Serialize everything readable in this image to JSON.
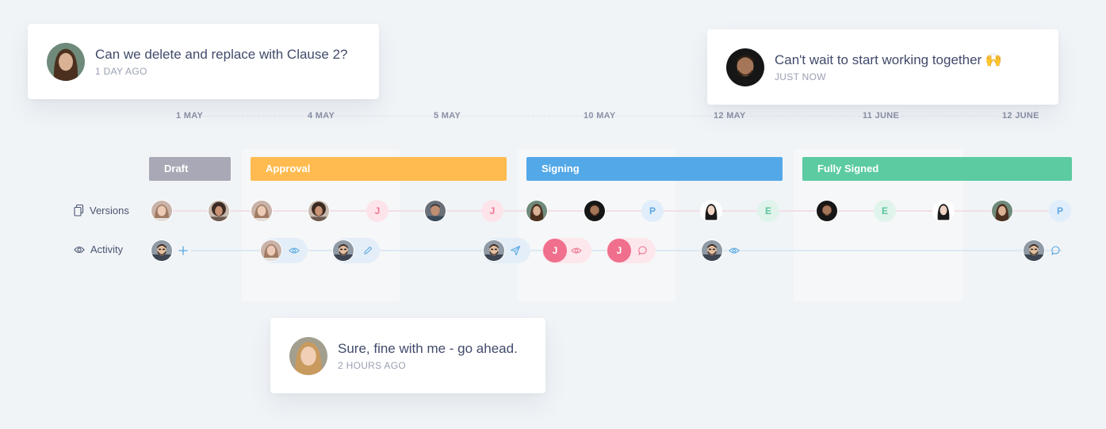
{
  "comments": [
    {
      "message": "Can we delete and replace with Clause 2?",
      "time": "1 DAY AGO"
    },
    {
      "message": "Can't wait to start working together 🙌",
      "time": "JUST NOW"
    },
    {
      "message": "Sure, fine with me - go ahead.",
      "time": "2 HOURS AGO"
    }
  ],
  "dates": [
    "1 MAY",
    "4 MAY",
    "5 MAY",
    "10 MAY",
    "12 MAY",
    "11 JUNE",
    "12 JUNE"
  ],
  "phases": [
    {
      "label": "Draft",
      "color": "#a9a8b6"
    },
    {
      "label": "Approval",
      "color": "#ffbb50"
    },
    {
      "label": "Signing",
      "color": "#53a8e8"
    },
    {
      "label": "Fully Signed",
      "color": "#5ccba1"
    }
  ],
  "rows": {
    "versions_label": "Versions",
    "activity_label": "Activity"
  },
  "initials": {
    "j": "J",
    "p": "P",
    "e": "E"
  },
  "colors": {
    "background": "#f0f4f7",
    "versions_track": "#f3dfe6",
    "activity_track": "#dde8f2",
    "icon_accent": "#5aa9e2"
  }
}
